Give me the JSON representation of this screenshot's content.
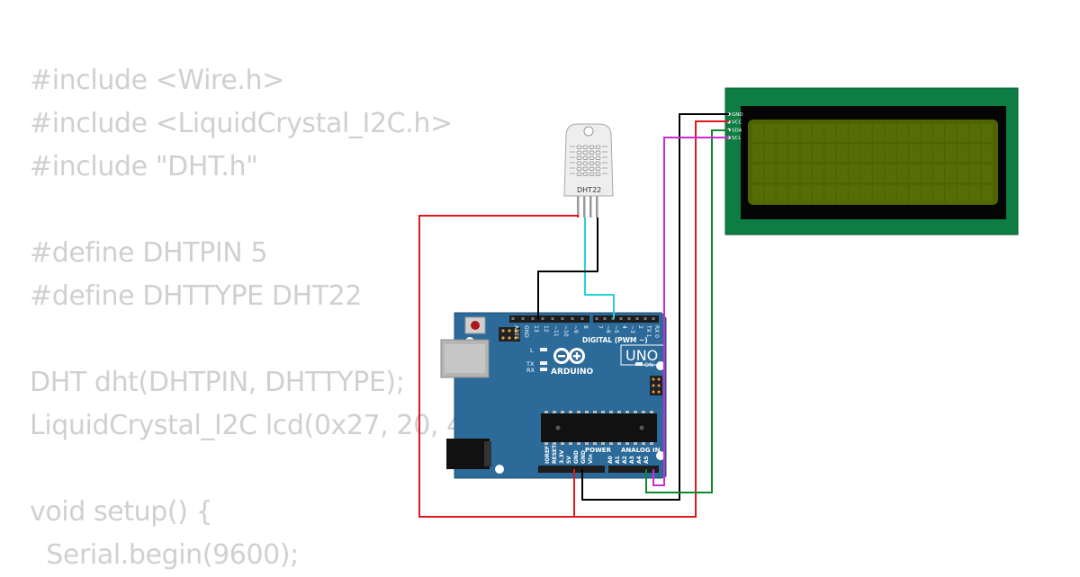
{
  "code_lines": [
    "#include <Wire.h>",
    "#include <LiquidCrystal_I2C.h>",
    "#include \"DHT.h\"",
    "",
    "#define DHTPIN 5",
    "#define DHTTYPE DHT22",
    "",
    "DHT dht(DHTPIN, DHTTYPE);",
    "LiquidCrystal_I2C lcd(0x27, 20, 4);",
    "",
    "void setup() {",
    "  Serial.begin(9600);"
  ],
  "dht": {
    "label": "DHT22"
  },
  "arduino": {
    "brand": "ARDUINO",
    "model": "UNO",
    "digital_label": "DIGITAL (PWM ~)",
    "analog_label": "ANALOG IN",
    "power_label": "POWER",
    "on_label": "ON",
    "led_l": "L",
    "led_tx": "TX",
    "led_rx": "RX",
    "top_pins": [
      "AREF",
      "GND",
      "13",
      "12",
      "~11",
      "~10",
      "~9",
      "8",
      "7",
      "~6",
      "~5",
      "4",
      "~3",
      "2",
      "TX 1",
      "RX 0"
    ],
    "bottom_pins": [
      "IOREF",
      "RESET",
      "3.3V",
      "5V",
      "GND",
      "GND",
      "Vin",
      "A0",
      "A1",
      "A2",
      "A3",
      "A4",
      "A5"
    ]
  },
  "lcd": {
    "pins": [
      "GND",
      "VCC",
      "SDA",
      "SCL"
    ]
  },
  "colors": {
    "board": "#2c6b99",
    "lcd_pcb": "#0e7d44",
    "lcd_screen": "#4e6400",
    "wire_red": "#e0181c",
    "wire_black": "#000000",
    "wire_cyan": "#2ad2e0",
    "wire_magenta": "#cc2ad6",
    "wire_green": "#0e8a2c"
  }
}
